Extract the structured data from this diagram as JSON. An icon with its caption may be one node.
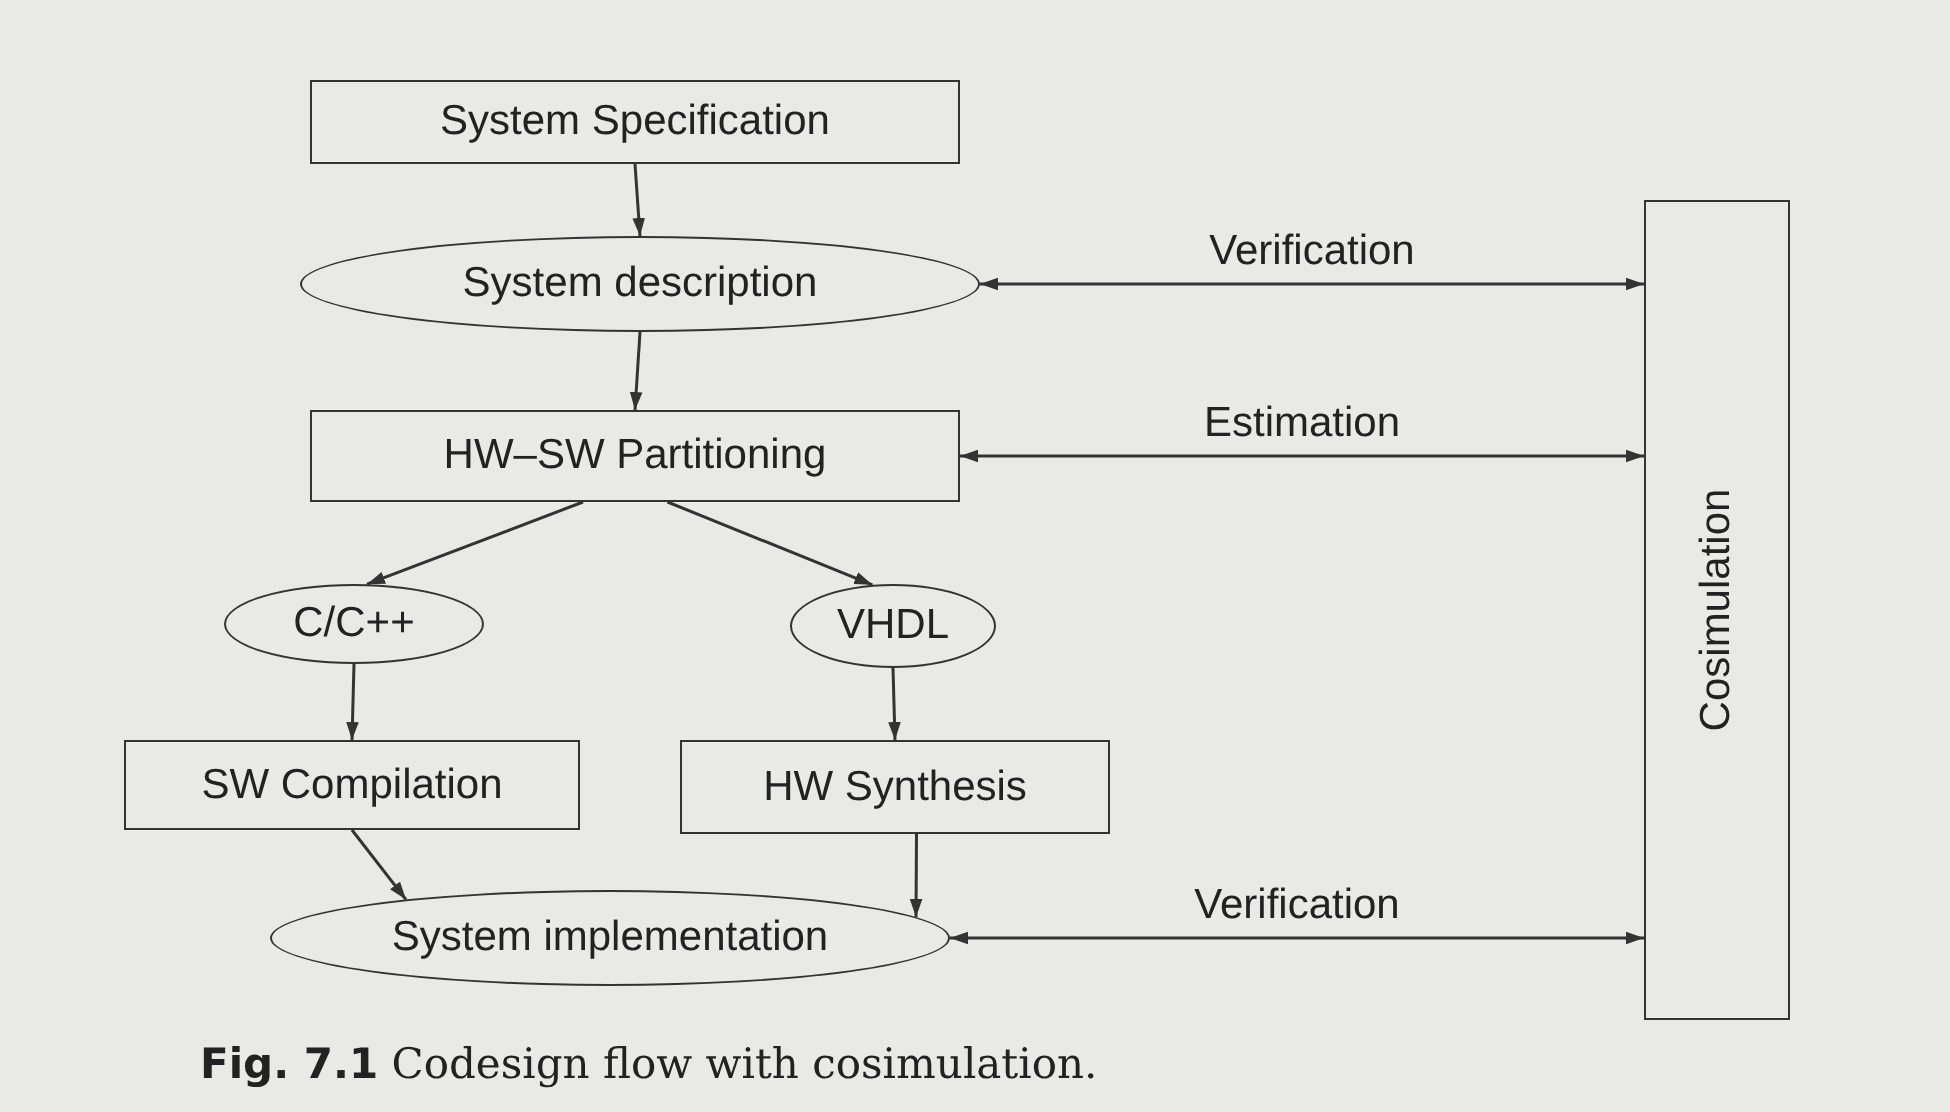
{
  "diagram": {
    "caption": "**Fig. 7.1**  Codesign flow with cosimulation.",
    "nodes": [
      {
        "text": [
          "System Specification"
        ]
      },
      {
        "text": [
          "System description"
        ]
      },
      {
        "text": [
          "HW–SW Partitioning"
        ]
      },
      {
        "text": [
          "C/C++"
        ]
      },
      {
        "text": [
          "VHDL"
        ]
      },
      {
        "text": [
          "SW Compilation"
        ]
      },
      {
        "text": [
          "HW Synthesis"
        ]
      },
      {
        "text": [
          "System implementation"
        ]
      },
      {
        "text": [
          "Cosimulation"
        ]
      }
    ],
    "edges": [
      {
        "from": 0,
        "to": 1,
        "arrow": "to"
      },
      {
        "from": 1,
        "to": 8,
        "arrow": "both",
        "label": "Verification"
      },
      {
        "from": 1,
        "to": 2,
        "arrow": "to"
      },
      {
        "from": 2,
        "to": 8,
        "arrow": "both",
        "label": "Estimation"
      },
      {
        "from": 2,
        "to": 3,
        "arrow": "to"
      },
      {
        "from": 2,
        "to": 4,
        "arrow": "to"
      },
      {
        "from": 3,
        "to": 5,
        "arrow": "to"
      },
      {
        "from": 4,
        "to": 6,
        "arrow": "to"
      },
      {
        "from": 5,
        "to": 7,
        "arrow": "to"
      },
      {
        "from": 6,
        "to": 7,
        "arrow": "to"
      },
      {
        "from": 7,
        "to": 8,
        "arrow": "both",
        "label": "Verification"
      }
    ]
  }
}
